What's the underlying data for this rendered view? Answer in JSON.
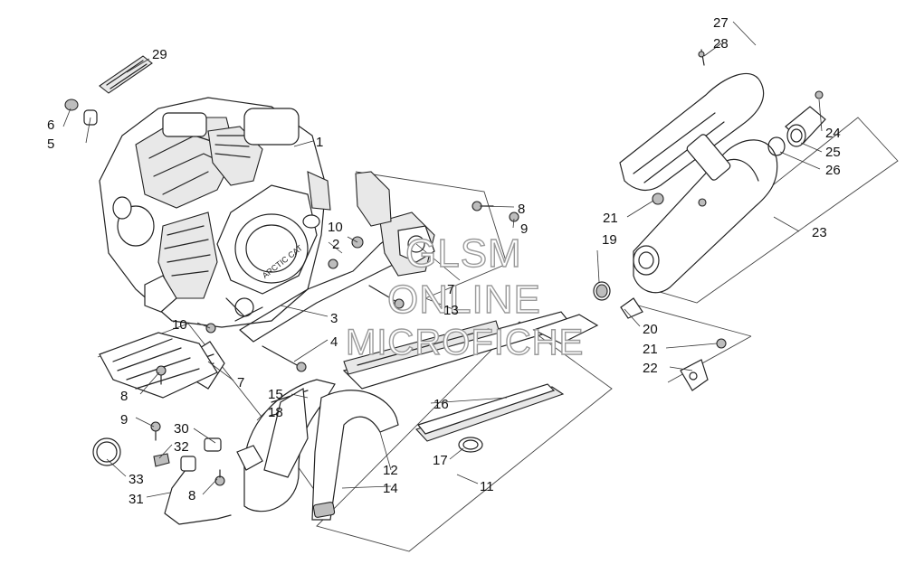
{
  "watermark": {
    "line1": "GLSM",
    "line2": "ONLINE",
    "line3": "MICROFICHE"
  },
  "engine_logo": "ARCTIC CAT",
  "callouts": {
    "c1": "1",
    "c2": "2",
    "c3": "3",
    "c4": "4",
    "c5": "5",
    "c6": "6",
    "c7a": "7",
    "c7b": "7",
    "c8a": "8",
    "c8b": "8",
    "c8c": "8",
    "c9a": "9",
    "c9b": "9",
    "c10a": "10",
    "c10b": "10",
    "c11": "11",
    "c12": "12",
    "c13": "13",
    "c14": "14",
    "c15": "15",
    "c16": "16",
    "c17": "17",
    "c18": "18",
    "c19": "19",
    "c20": "20",
    "c21a": "21",
    "c21b": "21",
    "c22": "22",
    "c23": "23",
    "c24": "24",
    "c25": "25",
    "c26": "26",
    "c27": "27",
    "c28": "28",
    "c29": "29",
    "c30": "30",
    "c31": "31",
    "c32": "32",
    "c33": "33"
  }
}
